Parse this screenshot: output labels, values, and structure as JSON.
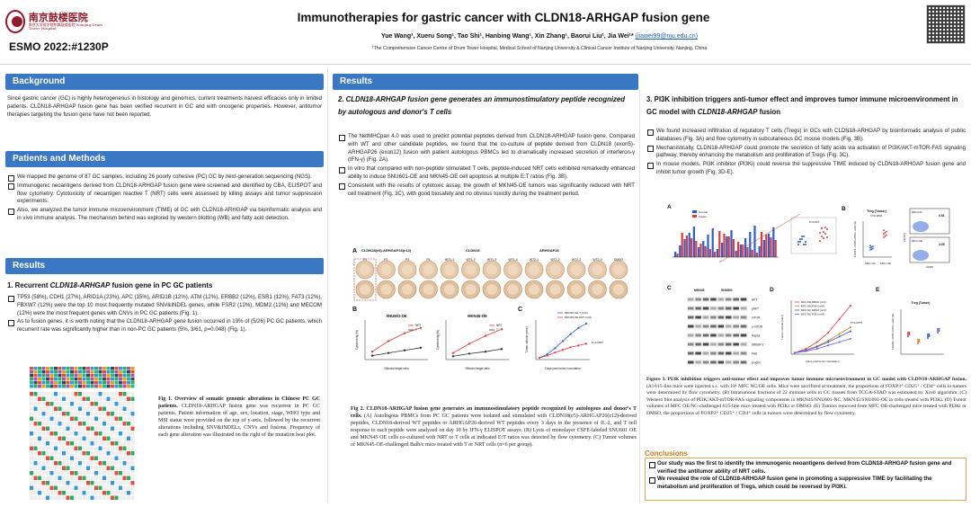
{
  "header": {
    "logo_text": "南京鼓楼医院",
    "logo_sub": "南京大学医学院附属鼓楼医院 Nanjing Drum Tower Hospital",
    "conference_id": "ESMO 2022:#1230P",
    "title": "Immunotherapies for gastric cancer with CLDN18-ARHGAP fusion gene",
    "authors": "Yue Wang¹, Xueru Song¹, Tao Shi¹, Hanbing Wang¹, Xin Zhang¹, Baorui Liu¹, Jia Wei¹*",
    "email": "(jiawei99@nju.edu.cn)",
    "affiliation": "¹The Comprehensive Cancer Centre of Drum Tower Hospital, Medical School of Nanjing University & Clinical Cancer Institute of Nanjing University, Nanjing, China"
  },
  "left": {
    "background_title": "Background",
    "background_text": "Since gastric cancer (GC) is highly heterogeneous in histology and genomics, current treatments harvest efficacies only in limited patients. CLDN18-ARHGAP fusion gene has been verified recurrent in GC and with oncogenic properties. However, antitumor therapies targeting the fusion gene have not been reported.",
    "methods_title": "Patients and Methods",
    "methods_items": [
      "We mapped the genome of 87 GC samples, including 26 poorly cohesive (PC) GC by next-generation sequencing (NGS).",
      "Immunogenic neoantigens derived from CLDN18-ARHGAP fusion gene were screened and identified by CBA, ELISPOT and flow cytometry. Cytotoxicity of neoantigen reactive T (NRT) cells were assessed by killing assays and tumor suppression experiments.",
      "Also, we analyzed the tumor immune microenvironment (TIME) of GC with CLDN18-ARHGAP via bioinformatic analysis and in vivo immune analysis. The mechanism behind was explored by western blotting (WB) and fatty acid detection."
    ],
    "results_title": "Results",
    "results1_heading_num": "1. Recurrent ",
    "results1_heading_gene": "CLDN18-ARHGAP",
    "results1_heading_rest": " fusion gene in PC GC patients",
    "results1_items": [
      "TP53 (58%), CDH1 (27%), ARID1A (23%), APC (15%), ARID1B (12%), ATM (12%), ERBB2 (12%), ESR1 (12%), FAT3 (12%), FBXW7 (12%) were the top 10 most frequently mutated SNV&INDEL genes, while FSR2 (12%), MDM2 (12%) and MECOM (12%) were the most frequent genes with CNVs in PC GC patients (Fig. 1).",
      "As to fusion genes, it is worth noting that the CLDN18-ARHGAP gene fusion occurred in 19% of (5/26) PC GC patients, which recurrent rate was significantly higher than in non-PC GC patients (5%, 3/61, p=0.048) (Fig. 1)."
    ],
    "fig1_caption_title": "Fig 1. Overview of somatic genomic alterations in Chinese PC GC patients.",
    "fig1_caption_text": "CLDN18-ARHGAP fusion gene was recurrent in PC GC patients. Patient information of age, sex, location, stage, WHO type and MSI status were provided on the top of y-axis, followed by the recurrent alterations including SNV&INDELs, CNVs and fusions. Frequency of each gene alteration was illustrated on the right of the mutation heat plot."
  },
  "middle": {
    "results_title": "Results",
    "heading2": "2. CLDN18-ARHGAP fusion gene generates an immunostimulatory peptide recognized by autologous and donor's T cells",
    "items": [
      "The NetMHCpan 4.0 was used to predict potential peptides derived from CLDN18-ARHGAP fusion gene. Compared with WT and other candidate peptides, we found that the co-culture of peptide derived from CLDN18 (exon5)-ARHGAP26 (exon12) fusion with patient autologous PBMCs led to dramatically increased secretion of interferon-γ (IFN-γ) (Fig. 2A).",
      "In vitro that compared with non-peptide stimulated T cells, peptide-induced NRT cells exhibited remarkedly enhanced ability to induce SNU601-OE and MKN45-OE cell apoptosis at multiple E:T ratios (Fig. 3B).",
      "Consistent with the results of cytotoxic assay, the growth of MKN45-OE tumors was significantly reduced with NRT cell treatment (Fig. 3C), with good biosafety and no obvious toxicity during the treatment period."
    ],
    "fig2_labels": {
      "a": "A",
      "b": "B",
      "c": "C",
      "group1": "CLDN18(e5)-ARHGAP26(e12)",
      "group2": "CLDN18",
      "group3": "ARHGAP26",
      "wells_top": [
        "P1",
        "P2",
        "P3",
        "P4",
        "WT1-1",
        "WT1-2",
        "WT1-3",
        "WT1-4",
        "WT2-1",
        "WT2-2",
        "WT2-3",
        "WT2-4",
        "DMSO"
      ],
      "b1_title": "SNU601-OE",
      "b2_title": "MKN45-OE",
      "b_xlabel": "Effector:target ratio",
      "b_ylabel": "Cytotoxicity (%)",
      "b_legend": [
        "NRT",
        "T"
      ],
      "c_legend": [
        "MKN45-OE T (n=6)",
        "MKN45-OE NRT (n=6)"
      ],
      "c_xlabel": "Days post tumor inoculation",
      "c_ylabel": "Tumor volume (mm³)",
      "c_sig": "P<0.0007"
    },
    "fig2_caption_title": "Fig 2. CLDN18-ARHGAP fusion gene generates an immunostimulatory peptide recognized by autologous and donor's T cells.",
    "fig2_caption_text": "(A) Autologous PBMCs from PC GC patients were isolated and stimulated with CLDN18(e5)-ARHGAP26(e12)-derived peptides, CLDN18-derived WT peptides or ARHGAP26-derived WT peptides every 3 days in the presence of IL-2, and T cell response to each peptide were analyzed on day 10 by IFN-γ ELISPOT assays. (B) Lysis of monolayer CSFE-labeled SNU601 OE and MKN45 OE cells co-cultured with NRT or T cells at indicated E:T ratios was detected by flow cytometry. (C) Tumor volumes of MKN45-OE-challenged Balb/c mice treated with T or NRT cells (n=6 per group)."
  },
  "right": {
    "heading3_pre": "3. PI3K inhibition triggers anti-tumor effect and improves tumor immune microenvironment in GC model with ",
    "heading3_gene": "CLDN18-ARHGAP",
    "heading3_post": " fusion",
    "items": [
      "We found increased infiltration of regulatory T cells (Tregs) in GCs with CLDN18-ARHGAP by bioinformatic analysis of public databases (Fig. 3A) and flow cytometry in subcutaneous GC mouse models (Fig. 3B).",
      "Mechanistically, CLDN18-ARHGAP could promote the secretion of fatty acids via activation of PI3K/AKT-mTOR-FAS signaling pathway, thereby enhancing the metabolism and proliferation of Tregs (Fig. 3C).",
      "In mouse models, PI3K inhibitor (PI3Ki) could reverse the suppressive TIME induced by CLDN18-ARHGAP fusion gene and inhibit tumor growth (Fig. 3D-E)."
    ],
    "fig3_labels": {
      "a": "A",
      "b": "B",
      "c": "C",
      "d": "D",
      "e": "E",
      "a_legend": [
        "Normal",
        "Fusion"
      ],
      "a_sig": "P=0.047",
      "b_title": "Treg (Tumor)",
      "b_sig": "P=0.0001",
      "b_ylabel": "FOXP3+ CD25+/CD4+ cells (%)",
      "b_flow1": "MFC-NC",
      "b_flow2": "MFC-OE",
      "b_flow1_val": "0.61",
      "b_flow2_val": "4.05",
      "b_flow_xlabel": "CD25",
      "b_flow_ylabel": "FOXP3",
      "c_groups": [
        "MKN45",
        "SNU601"
      ],
      "c_rows": [
        "AKT",
        "pAKT",
        "mTOR",
        "p-mTOR",
        "Raptor",
        "SREBP-1",
        "FAS",
        "β-actin"
      ],
      "d_ylabel": "Tumor volume (mm³)",
      "d_xlabel": "Days post tumor inoculation",
      "d_legend": [
        "MFC-OE DMSO (n=4)",
        "MFC-OE PI3Ki (n=4)",
        "MFC-NC DMSO (n=4)",
        "MFC-NC PI3Ki (n=4)"
      ],
      "d_sig": "P=0.0079",
      "e_title": "Treg (Tumor)",
      "e_ylabel": "FOXP3+ CD25+/CD4+ cells (%)"
    },
    "fig3_caption_title": "Figure 3. PI3K inhibition triggers anti-tumor effect and improves tumor immune microenvironment in GC model with CLDN18-ARHGAP fusion.",
    "fig3_caption_text": "(A) 615-line mice were injected s.c. with 10⁶ MFC NC/OE cells. Mice were sacrificed at treatment, the proportions of FOXP3⁺ CD25⁺ / CD4⁺ cells in tumors were determined by flow cytometry. (B) Intratumoral fractions of 22 immune cells in GC tissues from TCGA-STAD was estimated by Xcell algorithm. (C) Western blot analysis of PI3K/AKT-mTOR-FAS signaling components in MKN45/SNU601-NC, MKN45/SNU601-OE in cells treated with PI3Ki. (D) Tumor volumes of MFC OE/NC-challenged 615-line mice treated with PI3Ki or DMSO. (E) Tumors removed from MFC OE-challenged mice treated with PI3Ki or DMSO, the proportions of FOXP3⁺ CD25⁺ / CD4⁺ cells in tumors were determined by flow cytometry.",
    "conclusions_title": "Conclusions",
    "conclusions": [
      "Our study was the first to identify the immunogenic neoantigens derived from CLDN18-ARHGAP fusion gene and verified the antitumor ability of NRT cells.",
      "We revealed the role of CLDN18-ARHGAP fusion gene in promoting a suppressive TIME by facilitating the metabolism and proliferation of Tregs, which could be reversed by PI3Ki."
    ]
  },
  "colors": {
    "section_bar": "#3a78c4",
    "conclusion_border": "#e6a24e",
    "conclusion_title": "#c77a1a",
    "logo": "#8e1c2c",
    "line_red": "#e03a3a",
    "line_blue": "#2a5fd1"
  }
}
